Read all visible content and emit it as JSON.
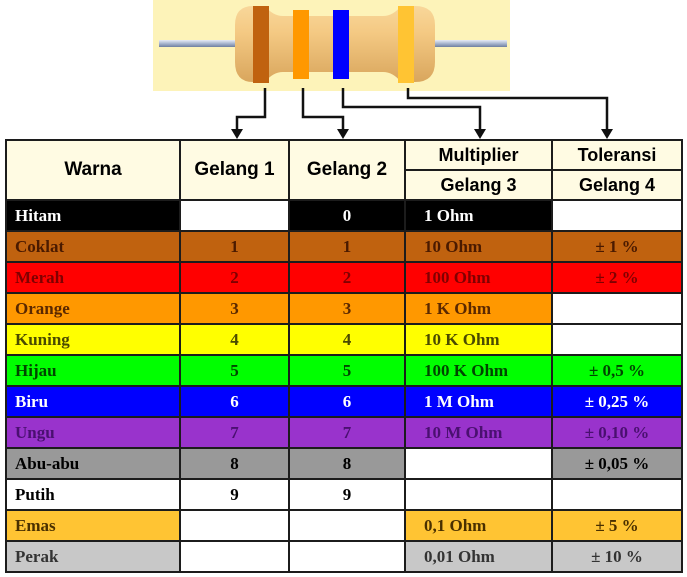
{
  "headers": {
    "warna": "Warna",
    "gelang1": "Gelang 1",
    "gelang2": "Gelang 2",
    "multiplier": "Multiplier",
    "gelang3": "Gelang 3",
    "toleransi": "Toleransi",
    "gelang4": "Gelang 4"
  },
  "colors": {
    "black": "#000000",
    "brown": "#c0620f",
    "red": "#ff0000",
    "orange": "#ff9800",
    "yellow": "#ffff00",
    "green": "#00ff00",
    "blue": "#0000ff",
    "violet": "#9933cc",
    "gray": "#999999",
    "white": "#ffffff",
    "gold": "#ffc433",
    "silver": "#c8c8c8",
    "header_bg": "#fffbe3",
    "resistor_bg": "#fdf3b9"
  },
  "rows": [
    {
      "name": "Hitam",
      "g1": "",
      "g2": "0",
      "mult": "1 Ohm",
      "tol": "",
      "color": "#000000",
      "text": "#ffffff"
    },
    {
      "name": "Coklat",
      "g1": "1",
      "g2": "1",
      "mult": "10 Ohm",
      "tol": "± 1 %",
      "color": "#c0620f",
      "text": "#4a1a00"
    },
    {
      "name": "Merah",
      "g1": "2",
      "g2": "2",
      "mult": "100 Ohm",
      "tol": "± 2 %",
      "color": "#ff0000",
      "text": "#800000"
    },
    {
      "name": "Orange",
      "g1": "3",
      "g2": "3",
      "mult": "1 K Ohm",
      "tol": "",
      "color": "#ff9800",
      "text": "#5a2800"
    },
    {
      "name": "Kuning",
      "g1": "4",
      "g2": "4",
      "mult": "10 K Ohm",
      "tol": "",
      "color": "#ffff00",
      "text": "#4a4a00"
    },
    {
      "name": "Hijau",
      "g1": "5",
      "g2": "5",
      "mult": "100 K Ohm",
      "tol": "± 0,5 %",
      "color": "#00ff00",
      "text": "#004400"
    },
    {
      "name": "Biru",
      "g1": "6",
      "g2": "6",
      "mult": "1 M Ohm",
      "tol": "± 0,25 %",
      "color": "#0000ff",
      "text": "#ffffff"
    },
    {
      "name": "Ungu",
      "g1": "7",
      "g2": "7",
      "mult": "10 M Ohm",
      "tol": "± 0,10 %",
      "color": "#9933cc",
      "text": "#4a1070"
    },
    {
      "name": "Abu-abu",
      "g1": "8",
      "g2": "8",
      "mult": "",
      "tol": "± 0,05 %",
      "color": "#999999",
      "text": "#000000"
    },
    {
      "name": "Putih",
      "g1": "9",
      "g2": "9",
      "mult": "",
      "tol": "",
      "color": "#ffffff",
      "text": "#000000"
    },
    {
      "name": "Emas",
      "g1": "",
      "g2": "",
      "mult": "0,1 Ohm",
      "tol": "± 5 %",
      "color": "#ffc433",
      "text": "#4a3000"
    },
    {
      "name": "Perak",
      "g1": "",
      "g2": "",
      "mult": "0,01 Ohm",
      "tol": "± 10 %",
      "color": "#c8c8c8",
      "text": "#333333"
    }
  ],
  "resistor_bands": [
    "#c0620f",
    "#ff9800",
    "#0000ff",
    "#ffc433"
  ]
}
